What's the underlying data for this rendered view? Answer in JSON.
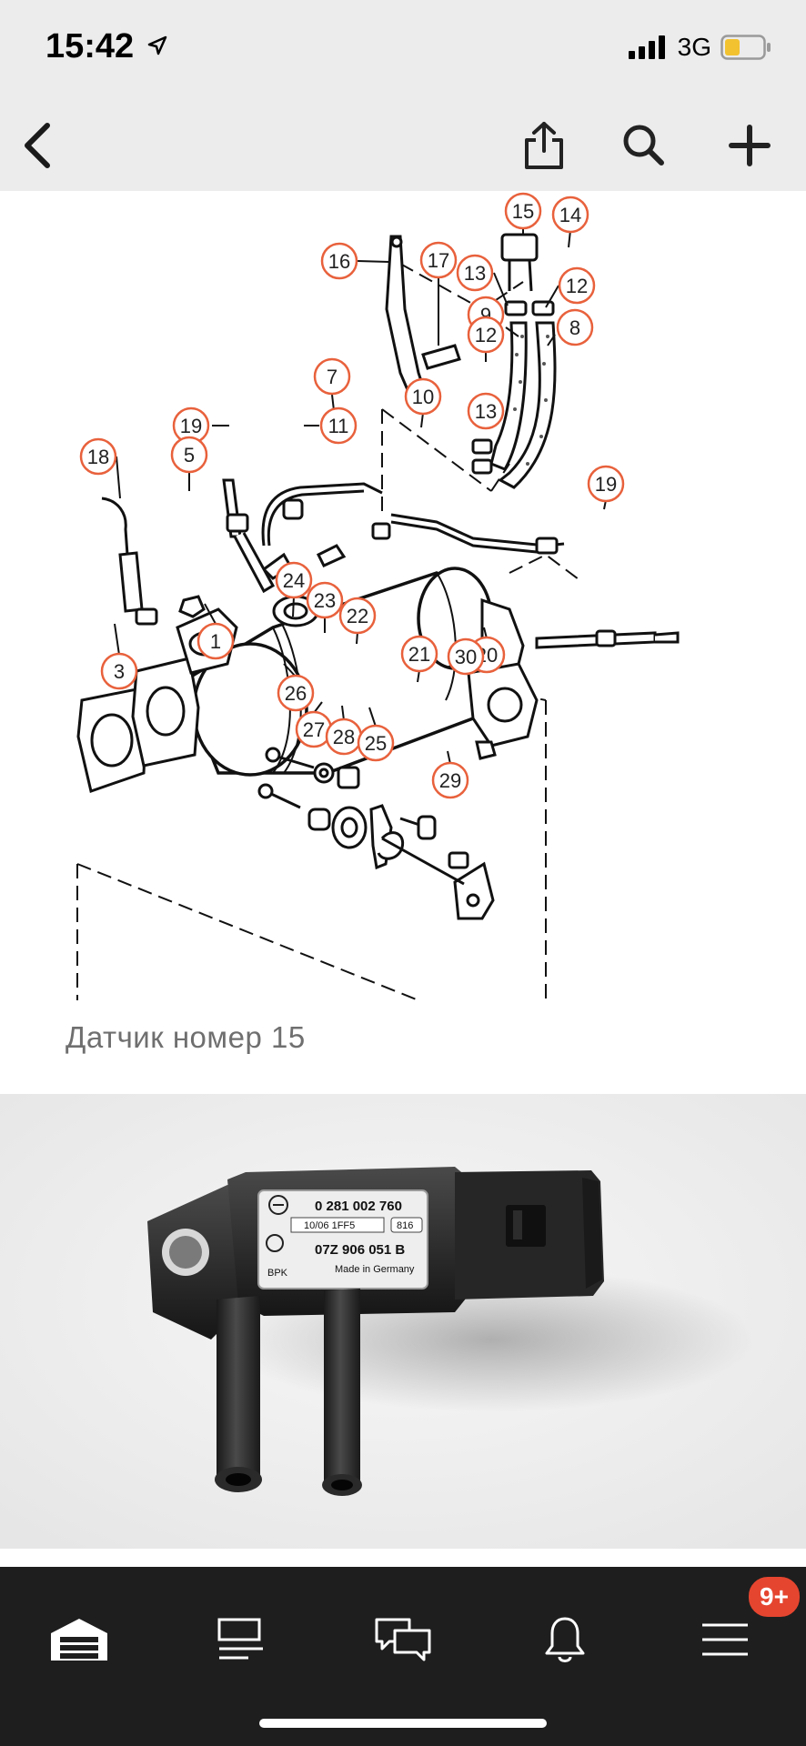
{
  "status_bar": {
    "time": "15:42",
    "network": "3G",
    "icons": [
      "location-arrow-icon",
      "signal-icon",
      "battery-icon"
    ]
  },
  "nav_bar": {
    "icons": [
      "back-chevron-icon",
      "share-icon",
      "search-icon",
      "plus-icon"
    ]
  },
  "post": {
    "diagram_callouts": [
      "15",
      "14",
      "16",
      "17",
      "13",
      "12",
      "9",
      "8",
      "12",
      "13",
      "7",
      "10",
      "19",
      "11",
      "18",
      "5",
      "19",
      "24",
      "23",
      "22",
      "1",
      "3",
      "21",
      "20",
      "26",
      "27",
      "28",
      "30",
      "25",
      "29"
    ],
    "caption": "Датчик номер 15",
    "sensor_label": {
      "line1": "0 281 002 760",
      "line2": "10/06 1FF5",
      "line3": "816",
      "line4": "07Z 906 051 B",
      "line5": "Made in Germany",
      "line6": "BPK"
    }
  },
  "tab_bar": {
    "icons": [
      "garage-icon",
      "feed-icon",
      "messages-icon",
      "bell-icon",
      "menu-icon"
    ],
    "badge": "9+"
  },
  "colors": {
    "callout_ring": "#e8613c",
    "badge": "#e5452f",
    "tab_bar_bg": "#1e1e1e",
    "top_bar_bg": "#ececec"
  }
}
